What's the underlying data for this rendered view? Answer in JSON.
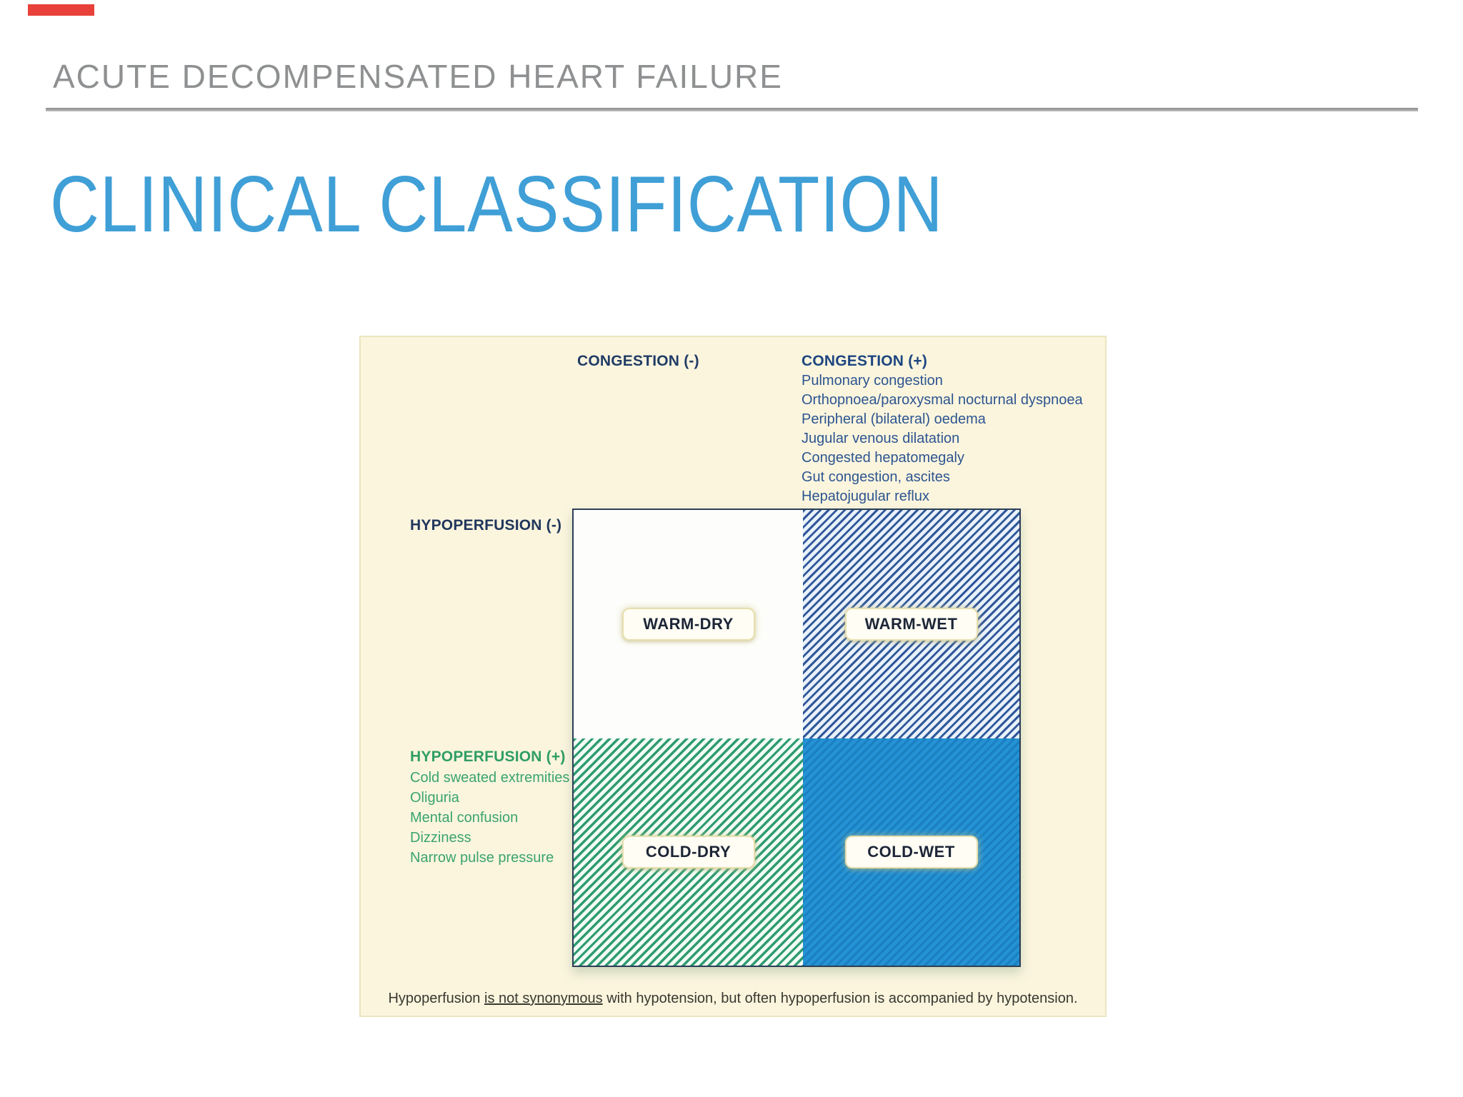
{
  "slide": {
    "kicker": "ACUTE DECOMPENSATED HEART FAILURE",
    "title": "CLINICAL CLASSIFICATION"
  },
  "diagram": {
    "axes": {
      "congestion_negative": "CONGESTION (-)",
      "congestion_positive": "CONGESTION (+)",
      "hypoperfusion_negative": "HYPOPERFUSION (-)",
      "hypoperfusion_positive": "HYPOPERFUSION (+)"
    },
    "congestion_signs": [
      "Pulmonary congestion",
      "Orthopnoea/paroxysmal nocturnal dyspnoea",
      "Peripheral (bilateral) oedema",
      "Jugular venous dilatation",
      "Congested hepatomegaly",
      "Gut congestion, ascites",
      "Hepatojugular reflux"
    ],
    "hypoperfusion_signs": [
      "Cold sweated extremities",
      "Oliguria",
      "Mental confusion",
      "Dizziness",
      "Narrow pulse pressure"
    ],
    "quadrants": [
      {
        "id": "warm-dry",
        "label": "WARM-DRY",
        "fill": "white"
      },
      {
        "id": "warm-wet",
        "label": "WARM-WET",
        "fill": "navy-hatch"
      },
      {
        "id": "cold-dry",
        "label": "COLD-DRY",
        "fill": "green-hatch"
      },
      {
        "id": "cold-wet",
        "label": "COLD-WET",
        "fill": "solid-blue"
      }
    ],
    "footnote": {
      "pre": "Hypoperfusion ",
      "underlined": "is not synonymous",
      "post": " with hypotension, but often hypoperfusion is accompanied by hypotension."
    },
    "colors": {
      "title_accent": "#3f9fd6",
      "kicker_gray": "#8e9091",
      "panel_cream": "#fbf5de",
      "navy_text": "#2d5590",
      "green_text": "#3aa46d",
      "navy_hatch": "#30589a",
      "green_hatch": "#2f9c70",
      "solid_blue": "#2492d4",
      "red_marker": "#e8413a"
    }
  }
}
